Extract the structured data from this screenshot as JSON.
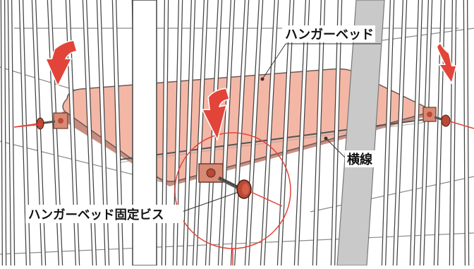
{
  "labels": {
    "hanger_bed": "ハンガーベッド",
    "horizontal_wire": "横線",
    "fixing_screw": "ハンガーベッド固定ビス"
  },
  "colors": {
    "bed_fill": "#f4b7a6",
    "bed_edge": "#6a5a55",
    "arrow": "#e2443a",
    "leader_red": "#e2443a",
    "bar": "#ffffff",
    "bar_edge": "#444444",
    "post": "#c9c9c9",
    "bracket": "#d98a74",
    "screw_head": "#b84a36"
  },
  "icons": [
    "down-arrow-icon",
    "screw-icon",
    "bracket-icon"
  ]
}
